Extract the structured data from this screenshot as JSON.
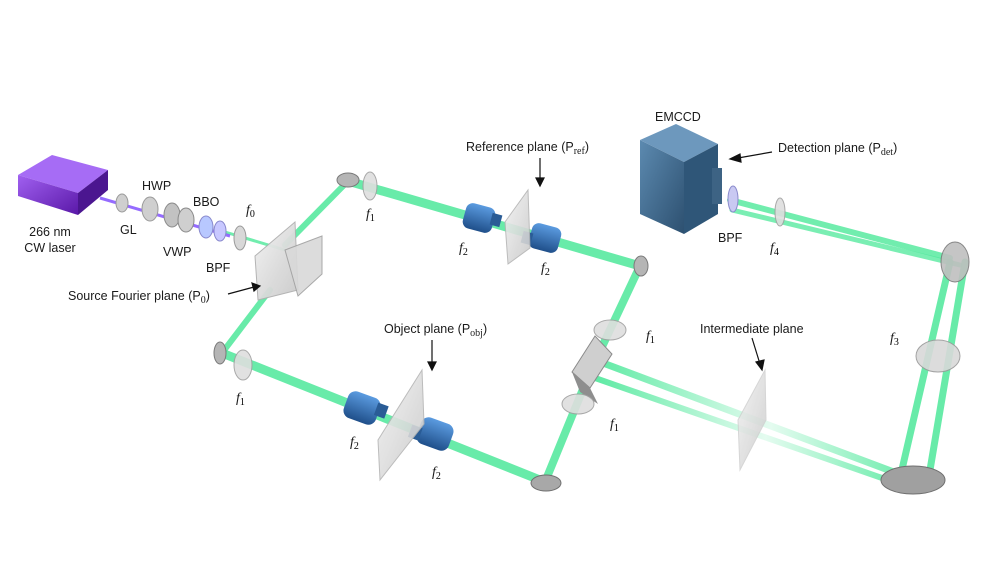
{
  "labels": {
    "laser": [
      "266 nm",
      "CW laser"
    ],
    "gl": "GL",
    "hwp": "HWP",
    "vwp": "VWP",
    "bbo": "BBO",
    "bpf_source": "BPF",
    "source_fourier_plane": "Source Fourier plane (P",
    "source_fourier_sub": "0",
    "reference_plane": "Reference plane (P",
    "reference_plane_sub": "ref",
    "object_plane": "Object plane (P",
    "object_plane_sub": "obj",
    "intermediate_plane": "Intermediate plane",
    "emccd": "EMCCD",
    "detection_plane": "Detection plane (P",
    "detection_plane_sub": "det",
    "bpf_detector": "BPF",
    "close_paren": ")"
  },
  "focal_labels": {
    "f0": "f",
    "f0_sub": "0",
    "f1": "f",
    "f1_sub": "1",
    "f2": "f",
    "f2_sub": "2",
    "f3": "f",
    "f3_sub": "3",
    "f4": "f",
    "f4_sub": "4"
  },
  "colors": {
    "beam": "#4de89a",
    "beam_glow": "#a8f5c9",
    "laser_box": "#7d2fd0",
    "uv_beam": "#8a5cff",
    "objective": "#2f6fb5",
    "camera": "#3f6b8f",
    "optic_gray": "#c8c8c8",
    "mirror": "#9a9a9a"
  }
}
